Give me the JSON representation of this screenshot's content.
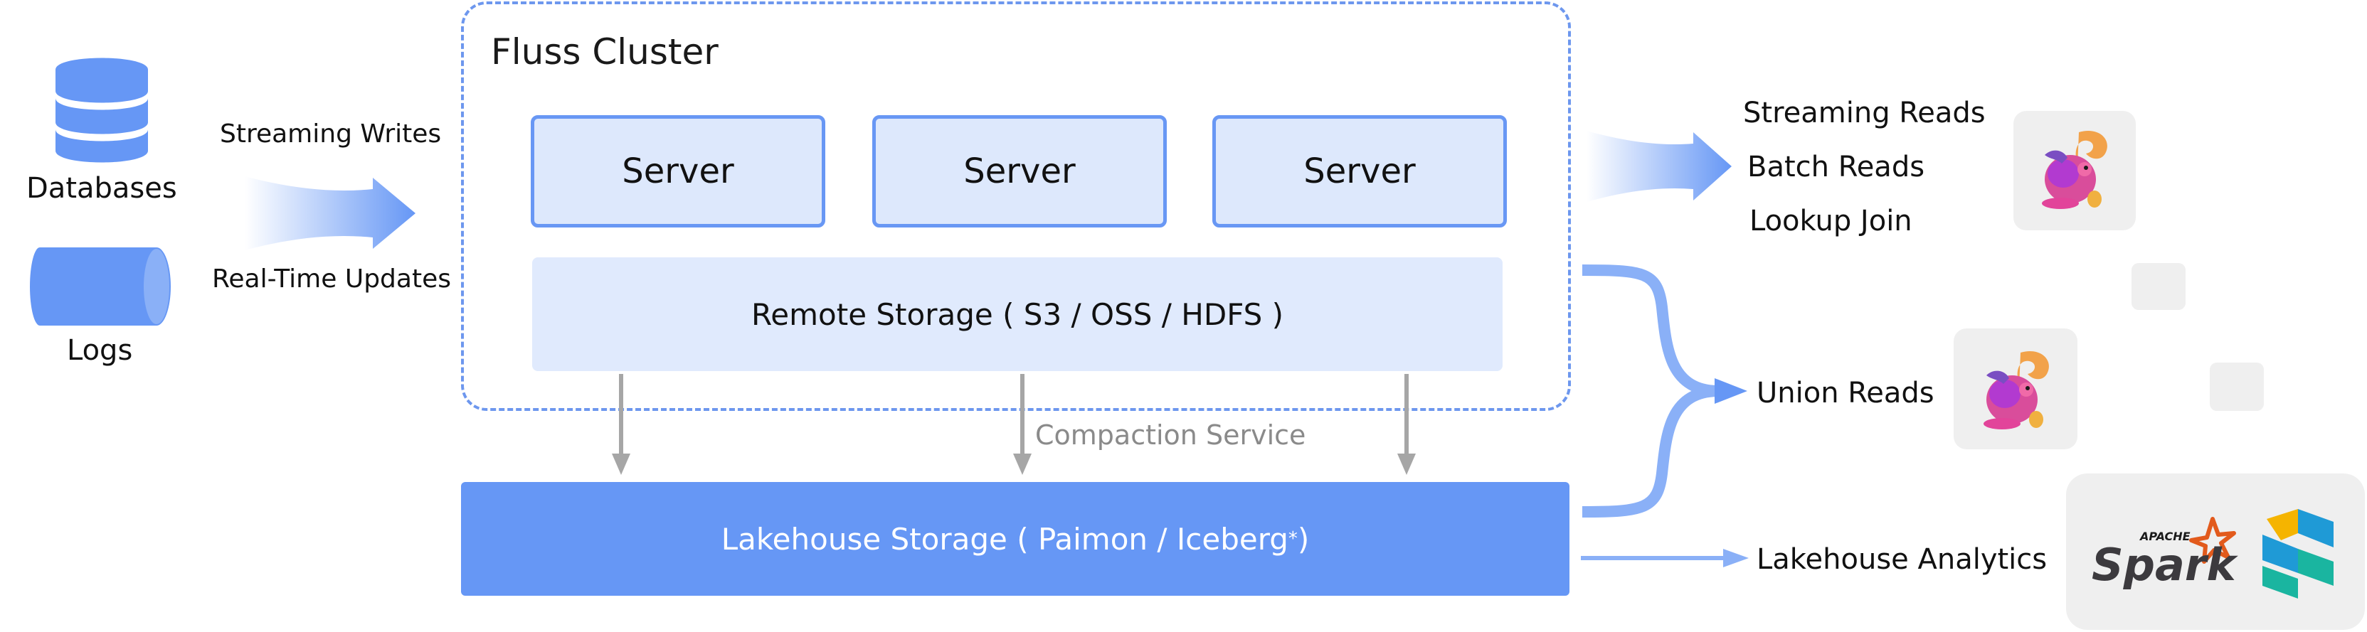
{
  "sources": {
    "databases_label": "Databases",
    "logs_label": "Logs",
    "streaming_writes_label": "Streaming Writes",
    "realtime_updates_label": "Real-Time Updates"
  },
  "cluster": {
    "title": "Fluss Cluster",
    "servers": [
      "Server",
      "Server",
      "Server"
    ],
    "remote_storage_label": "Remote Storage ( S3 / OSS / HDFS )"
  },
  "compaction_label": "Compaction Service",
  "lakehouse": {
    "label_main": "Lakehouse Storage  ( Paimon / Iceberg",
    "label_sup": "*",
    "label_end": ")"
  },
  "outputs": {
    "streaming_reads": "Streaming Reads",
    "batch_reads": "Batch Reads",
    "lookup_join": "Lookup Join",
    "union_reads": "Union Reads",
    "lakehouse_analytics": "Lakehouse Analytics"
  },
  "logos": {
    "spark_apache": "APACHE",
    "spark_name": "Spark"
  },
  "colors": {
    "accent": "#6697f5",
    "server_fill": "#dde8fc",
    "server_border": "#6897f4",
    "remote_fill": "#e0eafd",
    "arrow_gray": "#a6a6a6",
    "tile_gray": "#efefef"
  }
}
